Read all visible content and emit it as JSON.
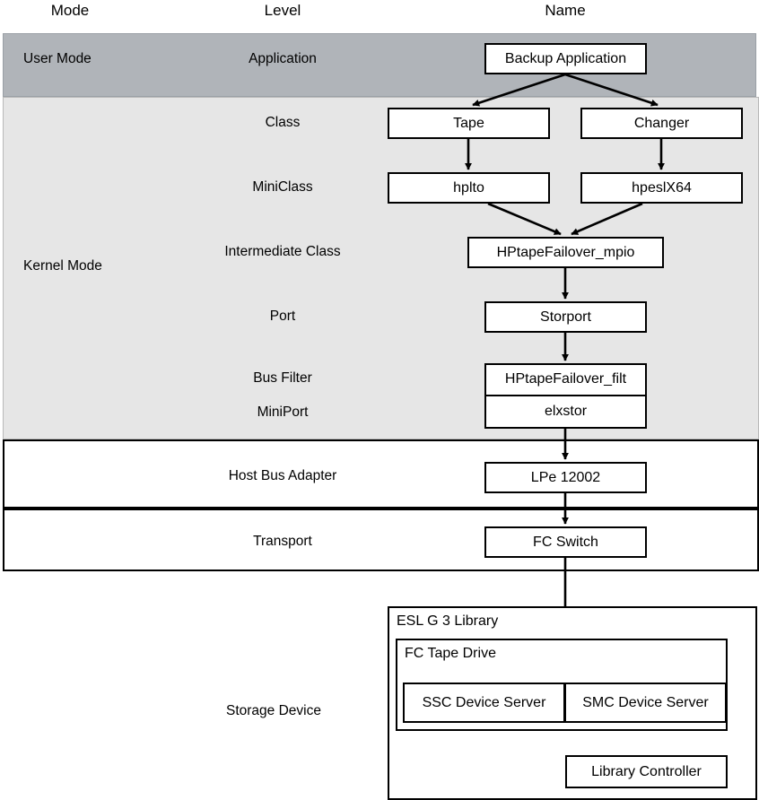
{
  "headers": {
    "mode": "Mode",
    "level": "Level",
    "name": "Name"
  },
  "modes": {
    "user": "User Mode",
    "kernel": "Kernel Mode",
    "storage": "Storage Device"
  },
  "levels": {
    "application": "Application",
    "class": "Class",
    "miniclass": "MiniClass",
    "intermediate_class": "Intermediate Class",
    "port": "Port",
    "bus_filter": "Bus Filter",
    "miniport": "MiniPort",
    "hba": "Host Bus Adapter",
    "transport": "Transport"
  },
  "nodes": {
    "backup_application": "Backup Application",
    "tape": "Tape",
    "changer": "Changer",
    "hplto": "hplto",
    "hpeslx64": "hpeslX64",
    "mpio": "HPtapeFailover_mpio",
    "storport": "Storport",
    "filt": "HPtapeFailover_filt",
    "elxstor": "elxstor",
    "lpe12002": "LPe 12002",
    "fcswitch": "FC Switch",
    "esl_library": "ESL G 3 Library",
    "fc_tape_drive": "FC Tape Drive",
    "ssc_device_server": "SSC Device Server",
    "smc_device_server": "SMC Device Server",
    "library_controller": "Library Controller"
  },
  "colors": {
    "user_band": "#b0b4b9",
    "kernel_band": "#e6e6e6",
    "box_fill": "#ffffff",
    "line": "#000000"
  }
}
